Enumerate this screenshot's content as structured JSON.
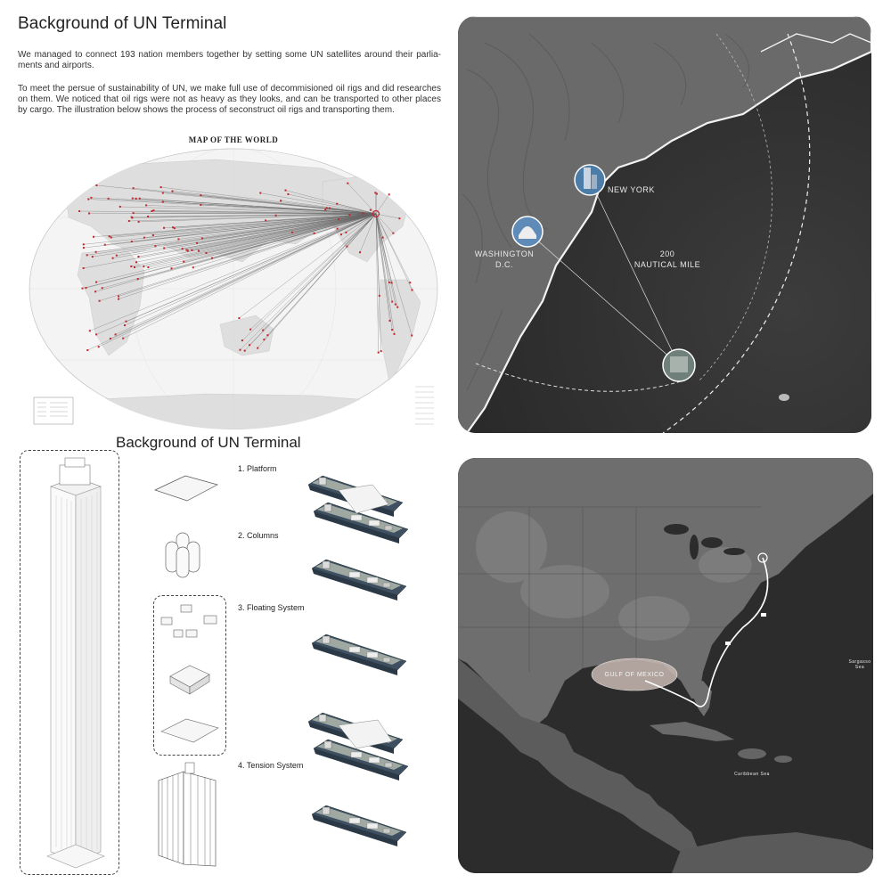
{
  "header": {
    "title_top": "Background of UN Terminal",
    "title_bottom": "Background of UN Terminal"
  },
  "intro": {
    "paragraph_1": "We managed to connect 193 nation members together by setting some UN satellites around their parlia- ments and airports.",
    "paragraph_2": "To meet the persue of sustainability of UN, we make full use of decommisioned oil rigs and did researches on them. We noticed that oil rigs were not as heavy as they looks, and can be transported to other places by cargo.  The illustration below shows the process of seconstruct oil rigs and transporting them."
  },
  "world_map": {
    "title": "MAP OF THE WORLD"
  },
  "ne_map": {
    "new_york": "NEW YORK",
    "washington_1": "WASHINGTON",
    "washington_2": "D.C.",
    "distance_1": "200",
    "distance_2": "NAUTICAL MILE"
  },
  "na_map": {
    "gulf": "GULF OF MEXICO",
    "sargasso_1": "Sargasso",
    "sargasso_2": "Sea",
    "caribbean": "Caribbean Sea"
  },
  "steps": [
    {
      "label": "1. Platform"
    },
    {
      "label": "2. Columns"
    },
    {
      "label": "3. Floating System"
    },
    {
      "label": "4. Tension System"
    }
  ],
  "colors": {
    "accent_red": "#c0262c",
    "map_dark": "#3a3a3a",
    "ship_hull": "#3d4f61"
  }
}
